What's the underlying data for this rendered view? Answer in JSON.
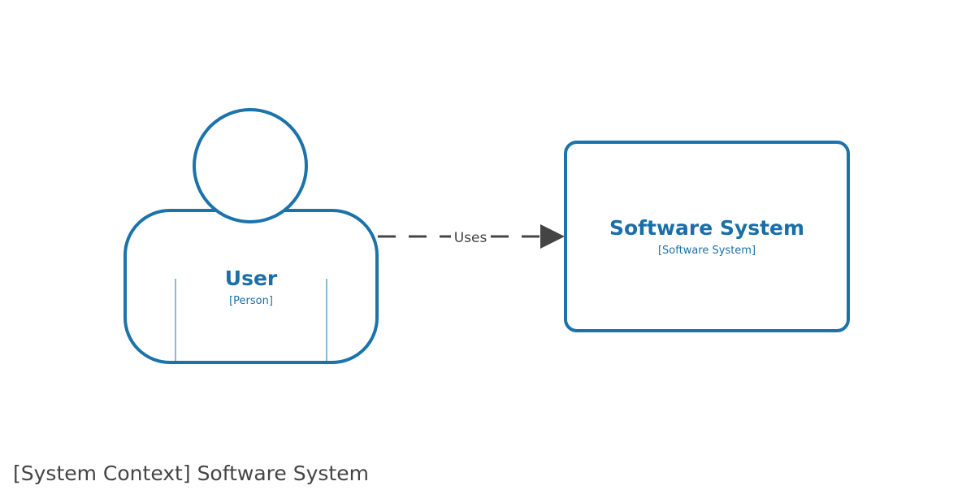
{
  "diagram": {
    "caption": "[System Context] Software System",
    "nodes": [
      {
        "id": "user",
        "shape": "person",
        "name": "User",
        "tag": "[Person]"
      },
      {
        "id": "software-system",
        "shape": "box",
        "name": "Software System",
        "tag": "[Software System]"
      }
    ],
    "edges": [
      {
        "from": "user",
        "to": "software-system",
        "label": "Uses",
        "style": "dashed"
      }
    ]
  },
  "colors": {
    "stroke": "#1a73aa",
    "text": "#1a6fa8",
    "edge": "#444444",
    "edge_label": "#444444",
    "caption": "#444444",
    "background": "#ffffff"
  }
}
